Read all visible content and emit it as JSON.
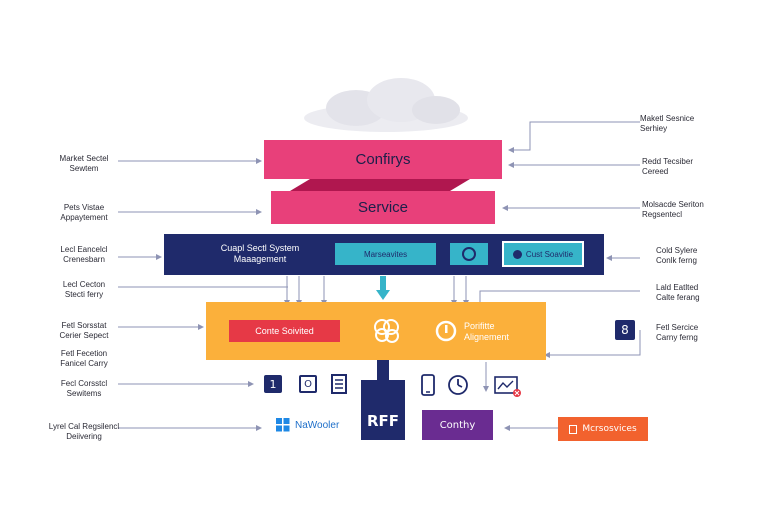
{
  "top": {
    "title": "Confirys",
    "service": "Service"
  },
  "nav_bar": {
    "label_line1": "Cuapl Sectl System",
    "label_line2": "Maaagement",
    "chip_center": "Marseavites",
    "chip_right": "Cust Soavitie"
  },
  "hub": {
    "left_chip": "Conte Soivited",
    "right_line1": "Porifitte",
    "right_line2": "Alignement"
  },
  "bottom": {
    "windows_label": "NaWooler",
    "rff_label": "RFF",
    "conthy_label": "Conthy",
    "micro_label": "Mcrsosvices",
    "badge_1": "1",
    "badge_o": "O",
    "badge_8": "8"
  },
  "left_labels": [
    {
      "line1": "Market Sectel",
      "line2": "Sewtem"
    },
    {
      "line1": "Pets Vistae",
      "line2": "Appaytement"
    },
    {
      "line1": "Lecl Eancelcl",
      "line2": "Crenesbarn"
    },
    {
      "line1": "Lecl Cecton",
      "line2": "Stecti ferry"
    },
    {
      "line1": "Fetl Sorsstat",
      "line2": "Cerier Sepect"
    },
    {
      "line1": "Fetl Fecetion",
      "line2": "Fanicel Carry"
    },
    {
      "line1": "Fecl Corsstcl",
      "line2": "Sewitems"
    },
    {
      "line1": "Lyrel Cal Regsilencl",
      "line2": "Deiivering"
    }
  ],
  "right_labels": [
    {
      "line1": "Maketl Sesnice",
      "line2": "Serhiey"
    },
    {
      "line1": "Redd Tecsiber",
      "line2": "Cereed"
    },
    {
      "line1": "Molsacde Seriton",
      "line2": "Regsentecl"
    },
    {
      "line1": "Cold Sylere",
      "line2": "Conlk ferng"
    },
    {
      "line1": "Lald Eatlted",
      "line2": "Calte ferang"
    },
    {
      "line1": "Fetl Sercice",
      "line2": "Carny ferng"
    }
  ],
  "colors": {
    "pink": "#e8407a",
    "dark_pink": "#c2185b",
    "navy": "#1f2a6b",
    "teal": "#36b4c9",
    "orange": "#fbb03b",
    "red": "#e63946",
    "purple": "#6a2c91",
    "micro_orange": "#f2622e"
  }
}
